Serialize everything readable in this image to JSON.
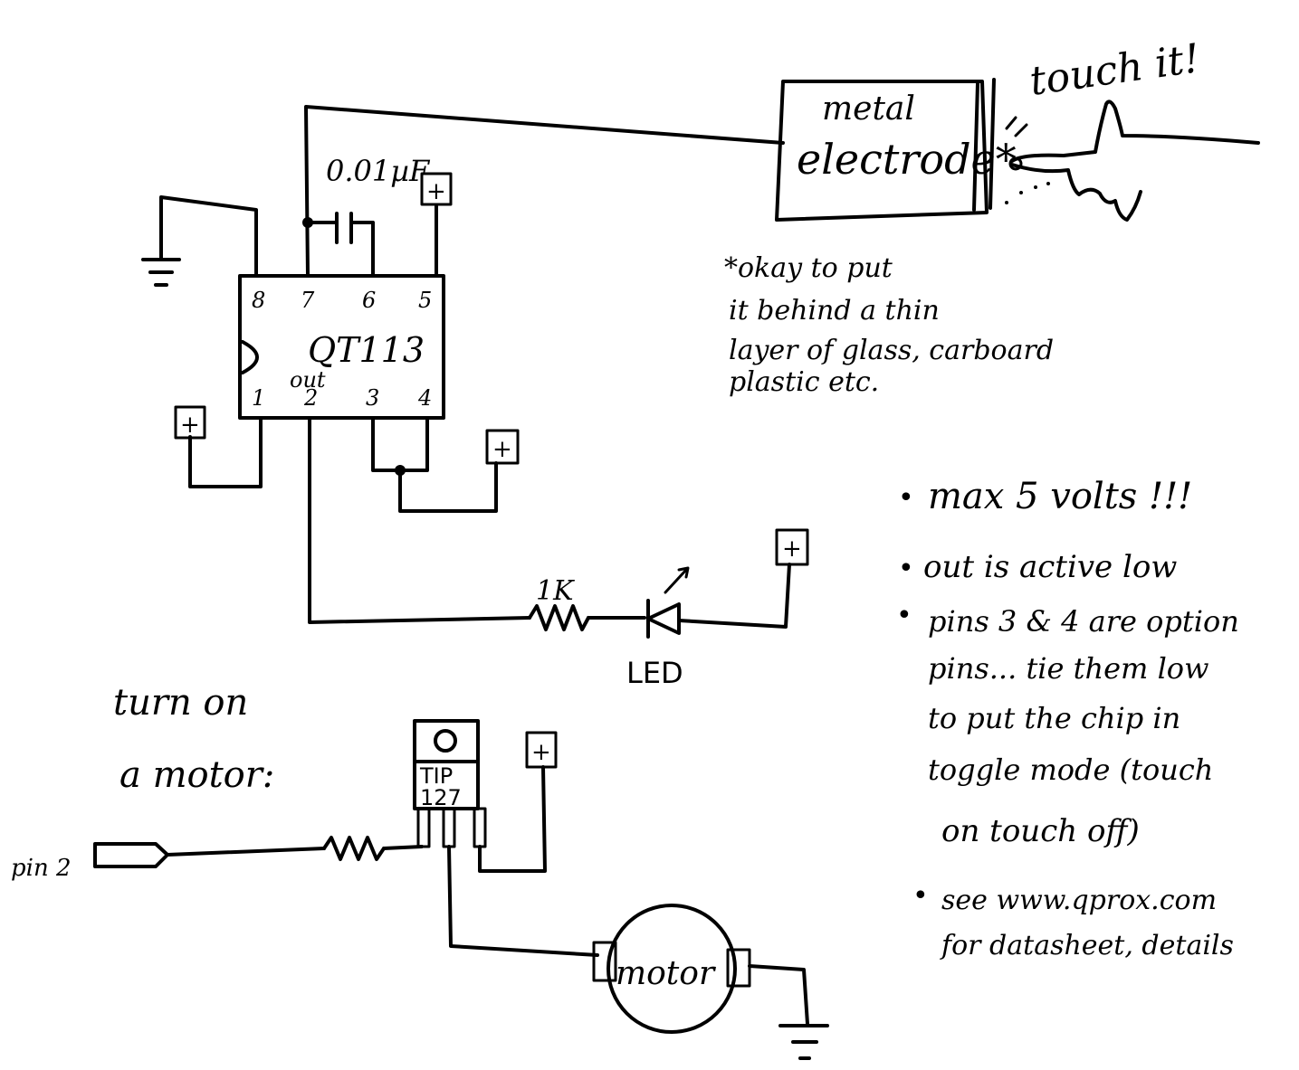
{
  "chip": {
    "name": "QT113",
    "pins": [
      "8",
      "7",
      "6",
      "5",
      "1",
      "2",
      "3",
      "4"
    ],
    "out_label": "out"
  },
  "capacitor": {
    "value": "0.01µF"
  },
  "electrode": {
    "line1": "metal",
    "line2": "electrode*"
  },
  "touch_label": "touch it!",
  "footnote": [
    "*okay to put",
    "it behind a thin",
    "layer of glass, carboard",
    "plastic etc."
  ],
  "resistor_label": "1K",
  "led_label": "LED",
  "plus_sign": "+",
  "motor_section": {
    "heading_line1": "turn on",
    "heading_line2": "a motor:",
    "transistor_line1": "TIP",
    "transistor_line2": "127",
    "input_label": "pin 2",
    "motor_label": "motor"
  },
  "notes": [
    {
      "bullet": "•",
      "text": "max 5 volts !!!"
    },
    {
      "bullet": "•",
      "text": "out is active low"
    },
    {
      "bullet": "•",
      "lines": [
        "pins 3 & 4 are option",
        "pins... tie them low",
        "to put the chip in",
        "toggle mode (touch",
        "on touch off)"
      ]
    },
    {
      "bullet": "•",
      "lines": [
        "see www.qprox.com",
        "for datasheet, details"
      ]
    }
  ]
}
